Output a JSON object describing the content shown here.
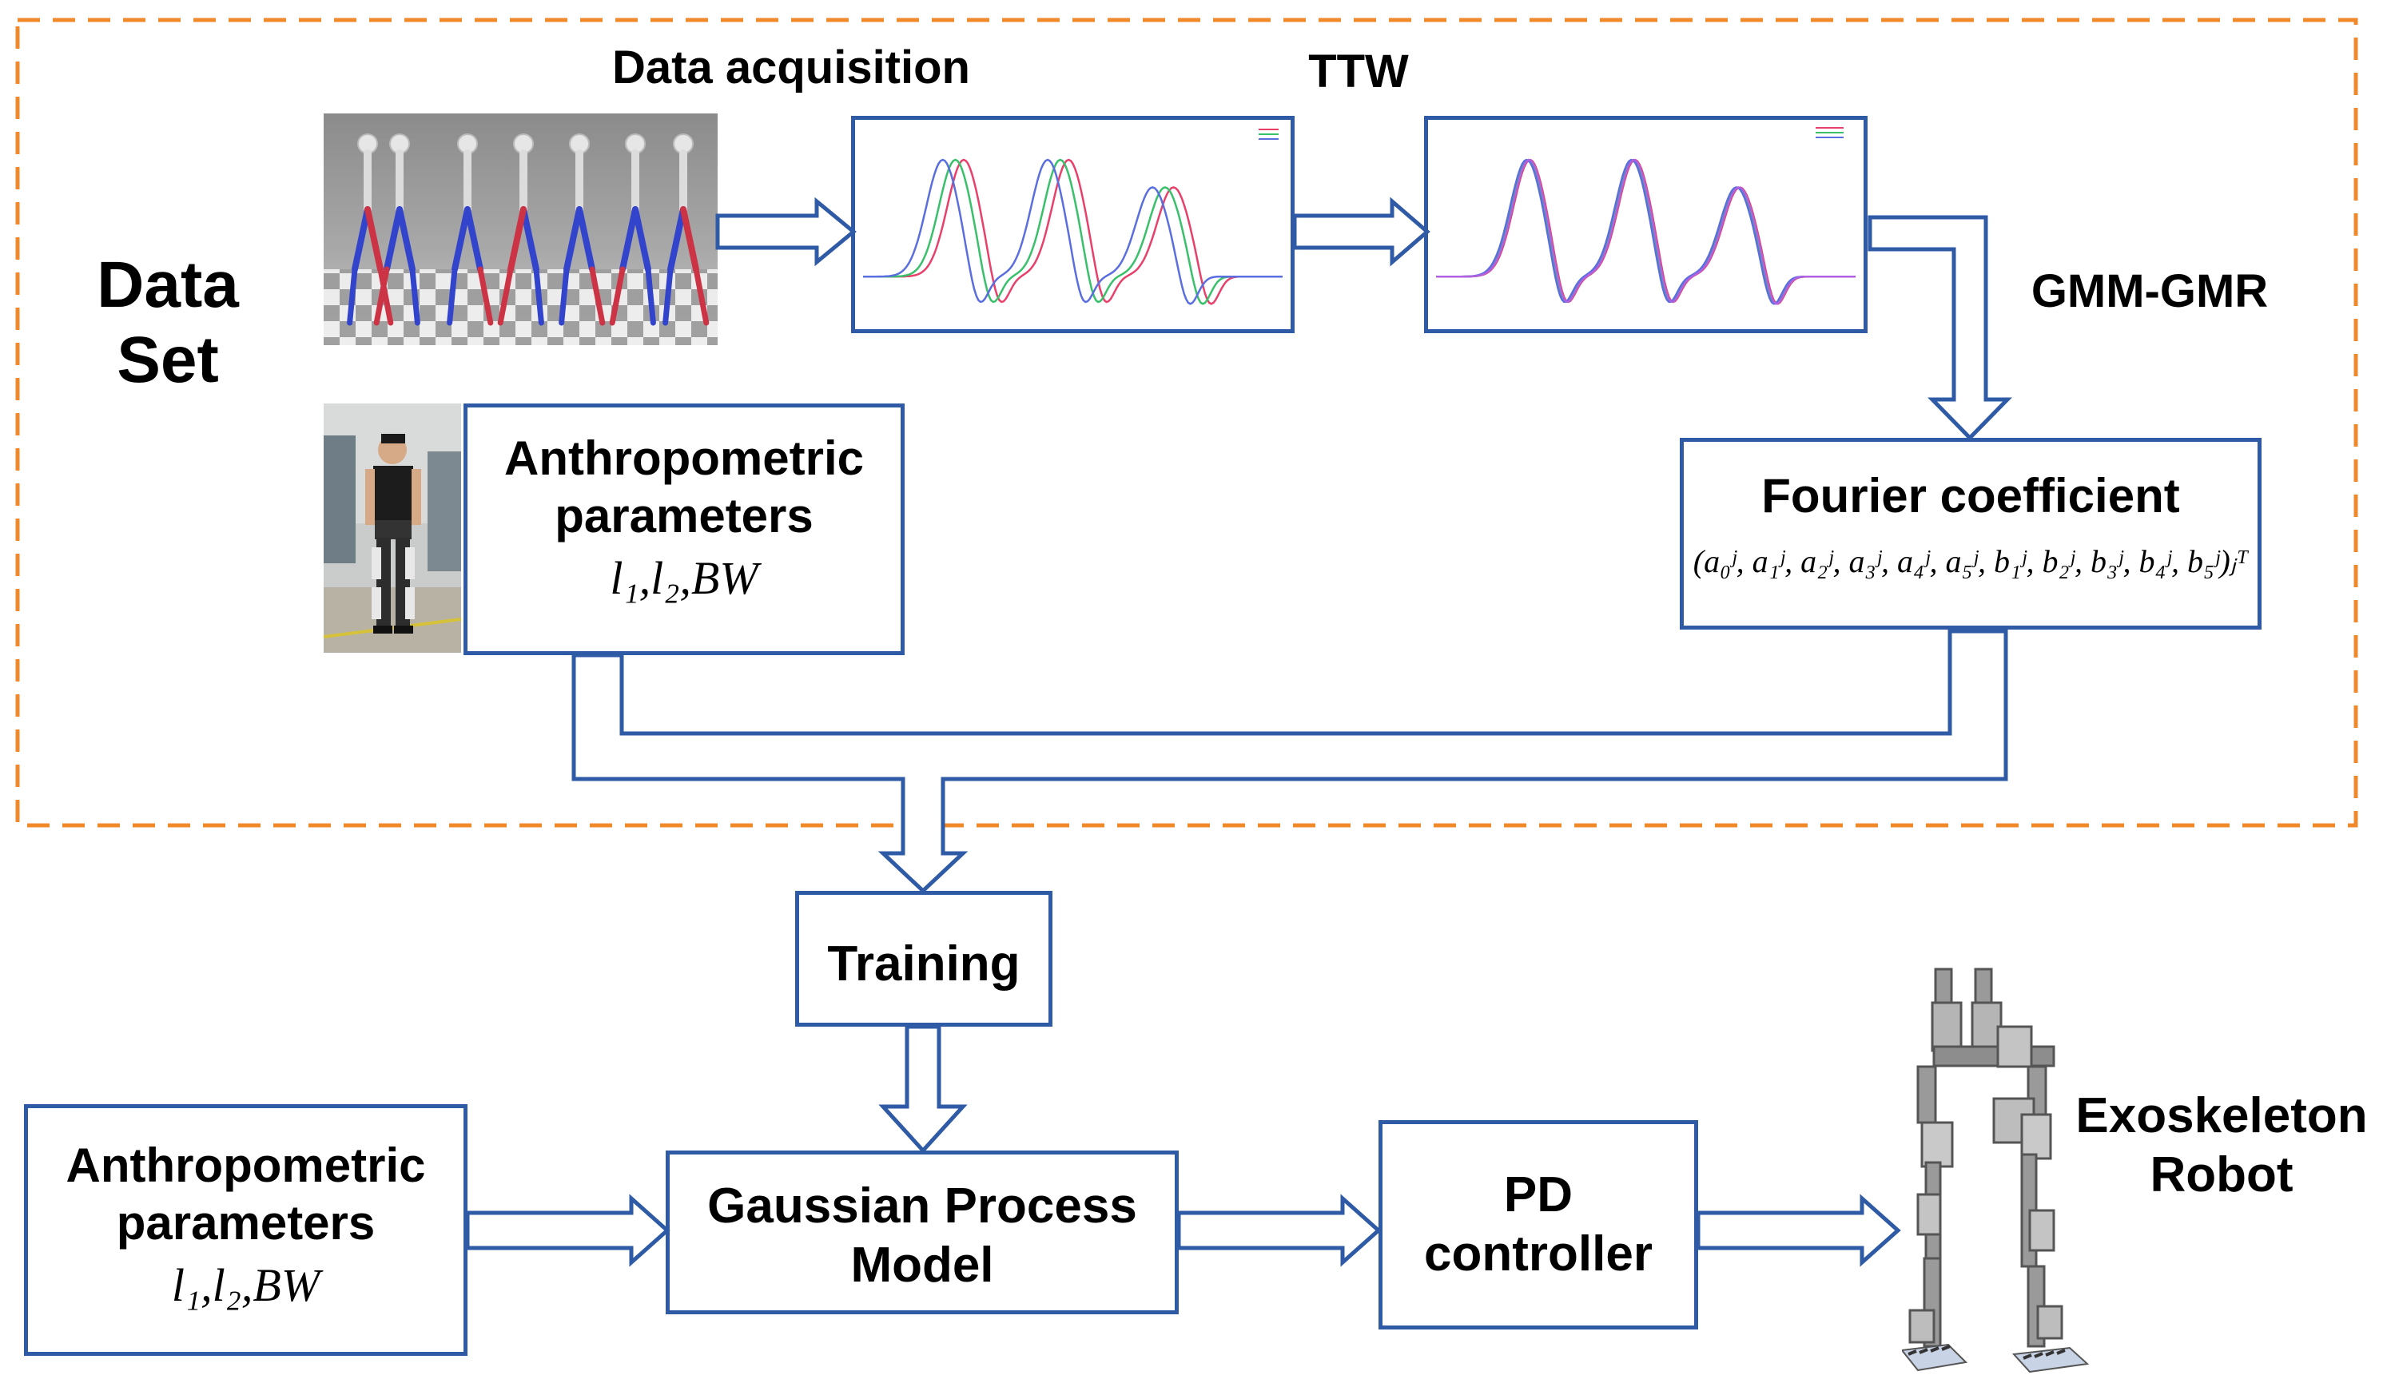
{
  "dataset": {
    "title_line1": "Data",
    "title_line2": "Set",
    "border_color": "#f0882c"
  },
  "labels": {
    "data_acquisition": "Data acquisition",
    "ttw": "TTW",
    "gmm_gmr": "GMM-GMR",
    "exoskeleton_line1": "Exoskeleton",
    "exoskeleton_line2": "Robot"
  },
  "boxes": {
    "anthro_top": {
      "line1": "Anthropometric",
      "line2": "parameters",
      "math": "l₁,l₂,BW"
    },
    "fourier": {
      "title": "Fourier coefficient",
      "formula": "(a₀ʲ, a₁ʲ, a₂ʲ, a₃ʲ, a₄ʲ, a₅ʲ, b₁ʲ, b₂ʲ, b₃ʲ, b₄ʲ, b₅ʲ)ⱼᵀ"
    },
    "training": {
      "label": "Training"
    },
    "anthro_bottom": {
      "line1": "Anthropometric",
      "line2": "parameters",
      "math": "l₁,l₂,BW"
    },
    "gp_model": {
      "line1": "Gaussian Process",
      "line2": "Model"
    },
    "pd_controller": {
      "line1": "PD",
      "line2": "controller"
    }
  },
  "colors": {
    "box_border": "#2e5aa6",
    "arrow": "#2e5aa6",
    "curve_red": "#e8406a",
    "curve_green": "#39c06a",
    "curve_blue": "#5a6ee0",
    "curve_purple": "#b060e0"
  }
}
